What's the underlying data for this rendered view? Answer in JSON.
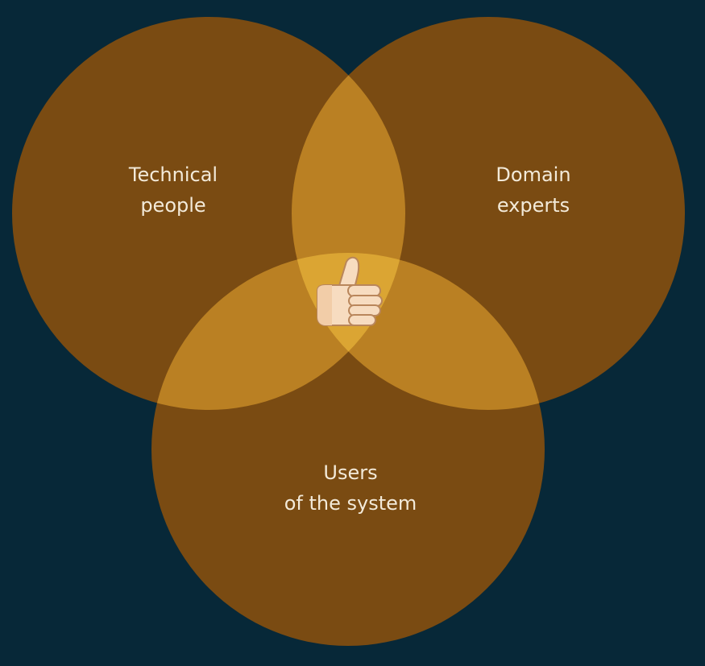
{
  "background_color": "#072838",
  "circle_color": "#7a4b12",
  "text_color": "#f3ead9",
  "circles": [
    {
      "id": "technical",
      "line1": "Technical",
      "line2": "people"
    },
    {
      "id": "domain",
      "line1": "Domain",
      "line2": "experts"
    },
    {
      "id": "users",
      "line1": "Users",
      "line2": "of the system"
    }
  ],
  "center_icon": "thumbs-up-icon"
}
